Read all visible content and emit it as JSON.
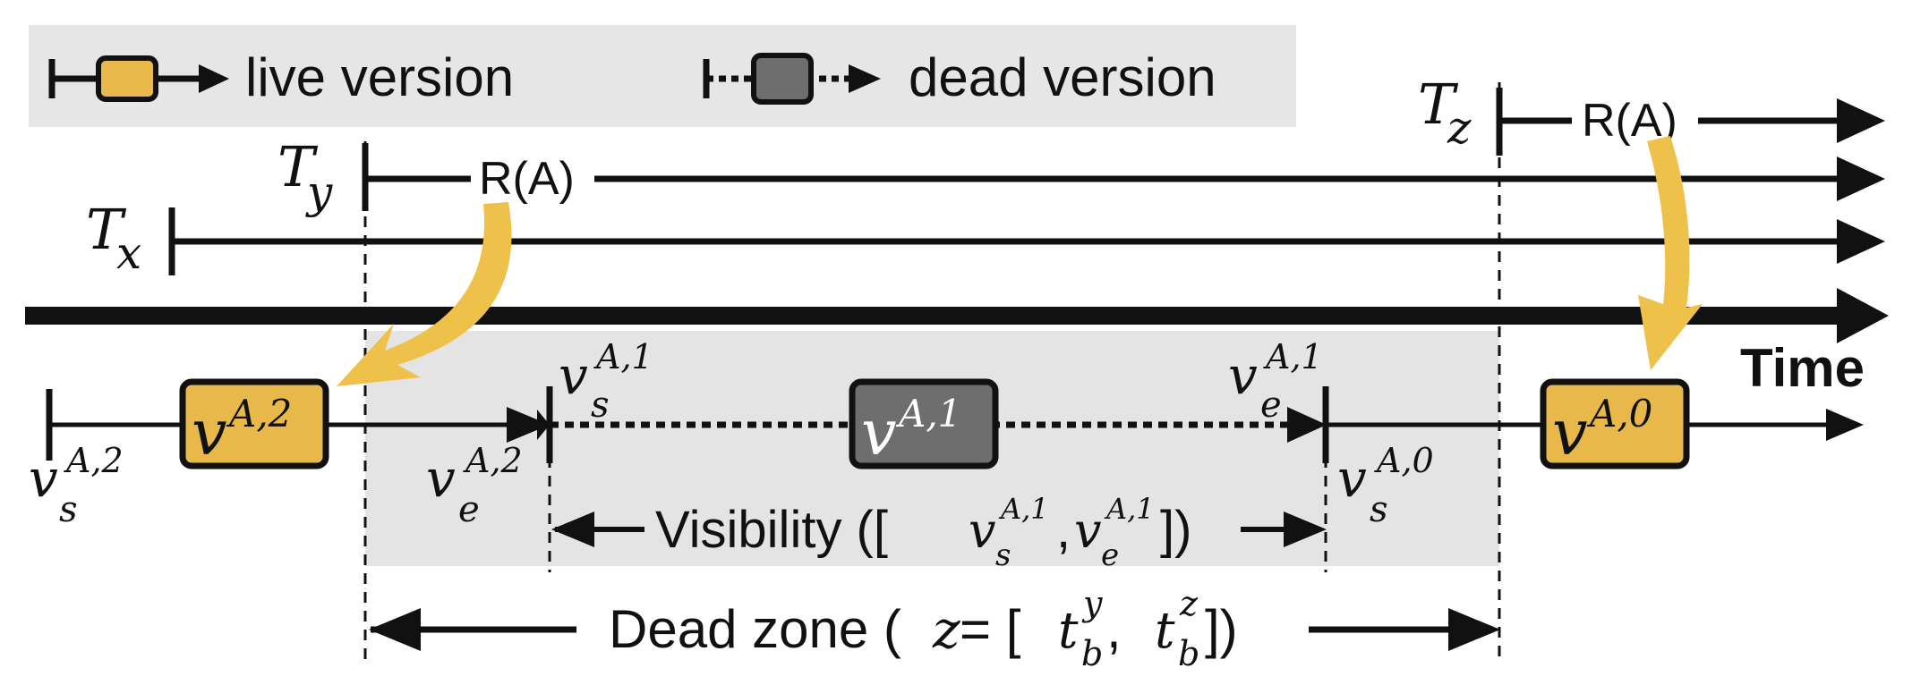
{
  "colors": {
    "live": "#E8B84B",
    "dead": "#6E6E6E",
    "zone": "#E4E4E4",
    "legend_bg": "#E6E6E6",
    "arrow_hint": "#EEC14A",
    "ink": "#111111"
  },
  "legend": {
    "live_label": "live version",
    "dead_label": "dead version"
  },
  "transactions": {
    "tz": {
      "letter": "T",
      "sub": "z",
      "op": "R(A)"
    },
    "ty": {
      "letter": "T",
      "sub": "y",
      "op": "R(A)"
    },
    "tx": {
      "letter": "T",
      "sub": "x"
    }
  },
  "axis": {
    "label": "Time"
  },
  "versions": {
    "v2": {
      "base": "v",
      "sup": "A,2"
    },
    "v1": {
      "base": "v",
      "sup": "A,1"
    },
    "v0": {
      "base": "v",
      "sup": "A,0"
    }
  },
  "bounds": {
    "vs2": {
      "base": "v",
      "sub": "s",
      "sup": "A,2"
    },
    "ve2": {
      "base": "v",
      "sub": "e",
      "sup": "A,2"
    },
    "vs1": {
      "base": "v",
      "sub": "s",
      "sup": "A,1"
    },
    "ve1": {
      "base": "v",
      "sub": "e",
      "sup": "A,1"
    },
    "vs0": {
      "base": "v",
      "sub": "s",
      "sup": "A,0"
    }
  },
  "visibility": {
    "prefix": "Visibility ([",
    "v1_base": "v",
    "v1_sub": "s",
    "v1_sup": "A,1",
    "comma": ",",
    "v2_base": "v",
    "v2_sub": "e",
    "v2_sup": "A,1",
    "suffix": "])"
  },
  "deadzone": {
    "prefix": "Dead zone (",
    "var": "z",
    "eq": " = [",
    "t1_base": "t",
    "t1_sub": "b",
    "t1_sup": "y",
    "comma": ", ",
    "t2_base": "t",
    "t2_sub": "b",
    "t2_sup": "z",
    "suffix": "])"
  }
}
